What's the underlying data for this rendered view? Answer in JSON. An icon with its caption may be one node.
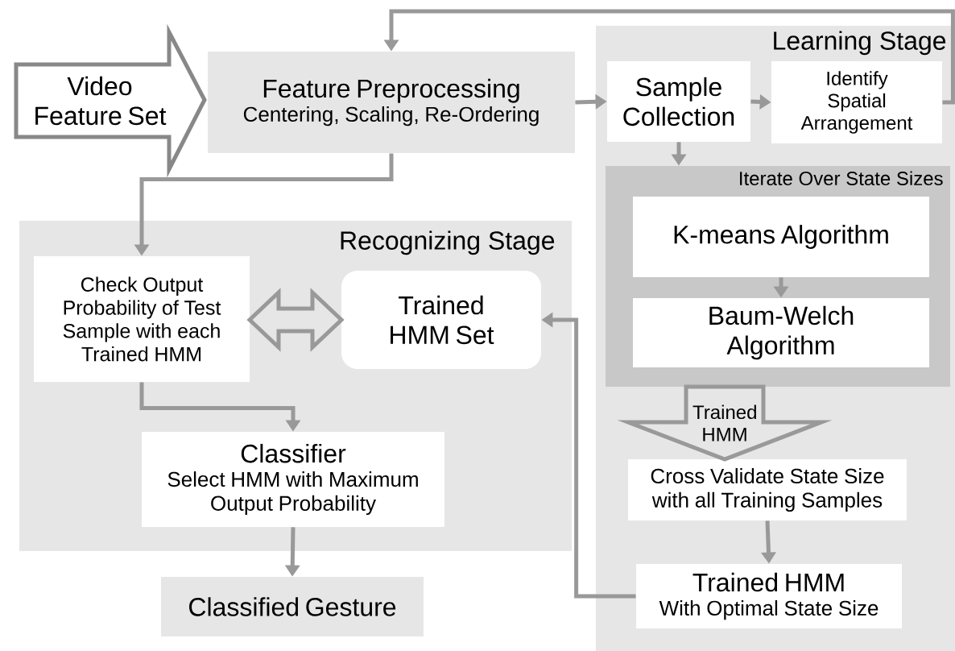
{
  "diagram": {
    "nodes": [
      {
        "text": [
          "Video Feature Set"
        ]
      },
      {
        "text": [
          "Feature Preprocessing",
          "Centering, Scaling, Re-Ordering"
        ]
      },
      {
        "text": [
          "Learning Stage"
        ]
      },
      {
        "text": [
          "Sample Collection"
        ],
        "in": 2
      },
      {
        "text": [
          "Identify Spatial Arrangement"
        ],
        "in": 2
      },
      {
        "text": [
          "Iterate Over State Sizes"
        ],
        "in": 2
      },
      {
        "text": [
          "K-means Algorithm"
        ],
        "in": 5
      },
      {
        "text": [
          "Baum-Welch Algorithm"
        ],
        "in": 5
      },
      {
        "text": [
          "Cross Validate State Size with all Training Samples"
        ],
        "in": 2
      },
      {
        "text": [
          "Trained HMM",
          "With Optimal State Size"
        ],
        "in": 2
      },
      {
        "text": [
          "Recognizing Stage"
        ]
      },
      {
        "text": [
          "Check Output Probability of Test Sample with each Trained HMM"
        ],
        "in": 10
      },
      {
        "text": [
          "Trained HMM Set"
        ],
        "in": 10
      },
      {
        "text": [
          "Classifier",
          "Select HMM with Maximum Output Probability"
        ],
        "in": 10
      },
      {
        "text": [
          "Classified Gesture"
        ]
      }
    ],
    "edges": [
      {
        "from": 1,
        "to": 3,
        "arrow": "to"
      },
      {
        "from": 3,
        "to": 4,
        "arrow": "to"
      },
      {
        "from": 4,
        "to": 1,
        "arrow": "to"
      },
      {
        "from": 3,
        "to": 5,
        "arrow": "to"
      },
      {
        "from": 6,
        "to": 7,
        "arrow": "to"
      },
      {
        "from": 5,
        "to": 8,
        "arrow": "to",
        "label": "Trained HMM",
        "style": "thick"
      },
      {
        "from": 8,
        "to": 9,
        "arrow": "to"
      },
      {
        "from": 9,
        "to": 12,
        "arrow": "to"
      },
      {
        "from": 1,
        "to": 11,
        "arrow": "to"
      },
      {
        "from": 11,
        "to": 12,
        "arrow": "both",
        "style": "thick"
      },
      {
        "from": 11,
        "to": 13,
        "arrow": "to"
      },
      {
        "from": 13,
        "to": 14,
        "arrow": "to"
      }
    ]
  }
}
